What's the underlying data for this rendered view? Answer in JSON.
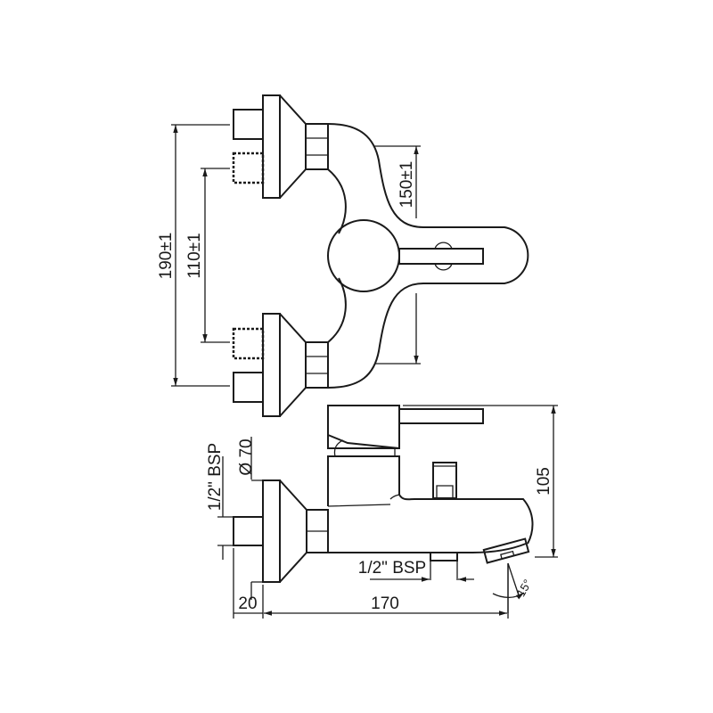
{
  "top_view": {
    "dim_overall_height": "190±1",
    "dim_inlet_spacing": "110±1",
    "dim_body_spacing": "150±1"
  },
  "side_view": {
    "dim_height": "105",
    "dim_length": "170",
    "dim_offset": "20",
    "inlet_thread": "1/2\" BSP",
    "flange_diameter": "Ø 70",
    "outlet_thread": "1/2\" BSP",
    "spout_angle": "15°"
  },
  "colors": {
    "line": "#1a1a1a",
    "background": "#ffffff"
  }
}
